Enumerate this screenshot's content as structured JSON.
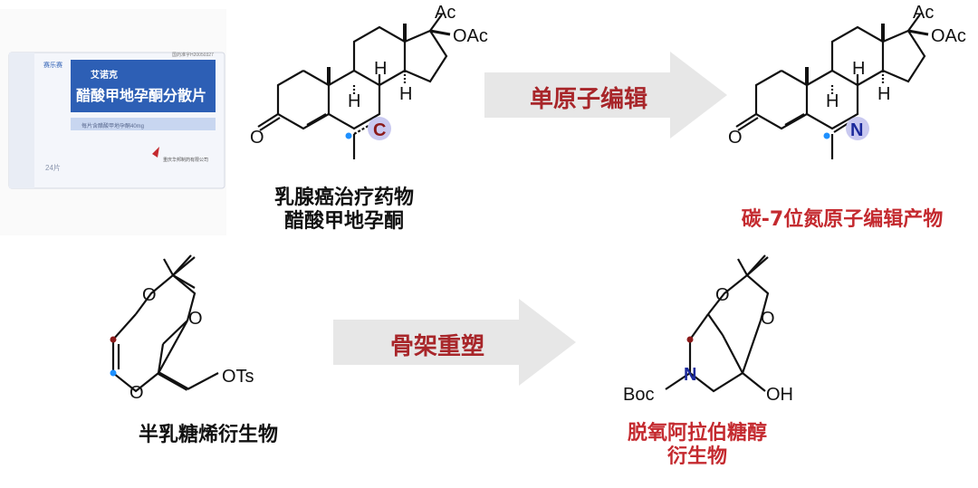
{
  "box": {
    "brand_small": "赛乐赛",
    "product_name": "艾诺克",
    "drug_name": "醋酸甲地孕酮分散片",
    "approval": "国药准字H20050327",
    "spec": "每片含醋酸甲地孕酮40mg",
    "count_badge": "24片",
    "maker": "重庆华邦制药有限公司"
  },
  "top_row": {
    "substrate_label_line1": "乳腺癌治疗药物",
    "substrate_label_line2": "醋酸甲地孕酮",
    "arrow_label": "单原子编辑",
    "product_label": "碳-7位氮原子编辑产物"
  },
  "bottom_row": {
    "substrate_label": "半乳糖烯衍生物",
    "arrow_label": "骨架重塑",
    "product_label_line1": "脱氧阿拉伯糖醇",
    "product_label_line2": "衍生物"
  },
  "atoms": {
    "ac": "Ac",
    "oac": "OAc",
    "h": "H",
    "o": "O",
    "c": "C",
    "n": "N",
    "ots": "OTs",
    "boc": "Boc",
    "oh": "OH"
  },
  "colors": {
    "arrow_fill": "#e7e7e7",
    "arrow_text": "#a8262a",
    "product_label": "#c42a2f",
    "highlight_circle": "#c9c9f0",
    "carbon_atom": "#8b1a1a",
    "nitrogen_atom": "#1c2a9c",
    "dot_blue": "#1e90ff",
    "dot_red": "#8b1a1a"
  }
}
